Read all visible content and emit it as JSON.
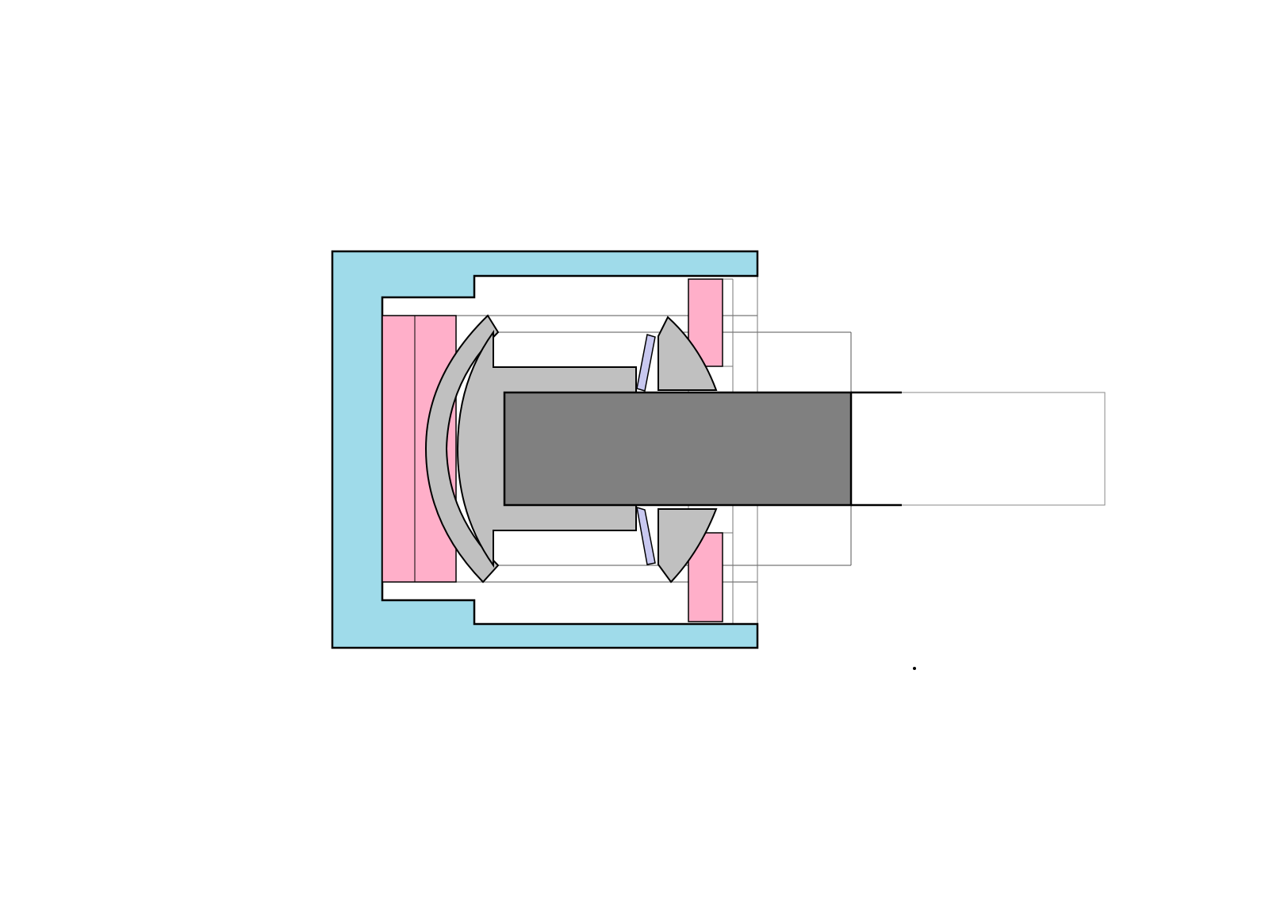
{
  "diagram": {
    "colors": {
      "background": "#ffffff",
      "housing": "#9fdbea",
      "pad": "#ffafc9",
      "cup": "#c0c0c0",
      "shaft": "#808080",
      "wedge": "#c8c8f0",
      "stroke": "#000000",
      "guide": "#888888"
    },
    "parts": [
      "housing",
      "rear-pad",
      "front-pads",
      "spherical-cup",
      "front-segments",
      "wedge-shims",
      "shaft",
      "shaft-extension-outline",
      "construction-lines"
    ]
  }
}
